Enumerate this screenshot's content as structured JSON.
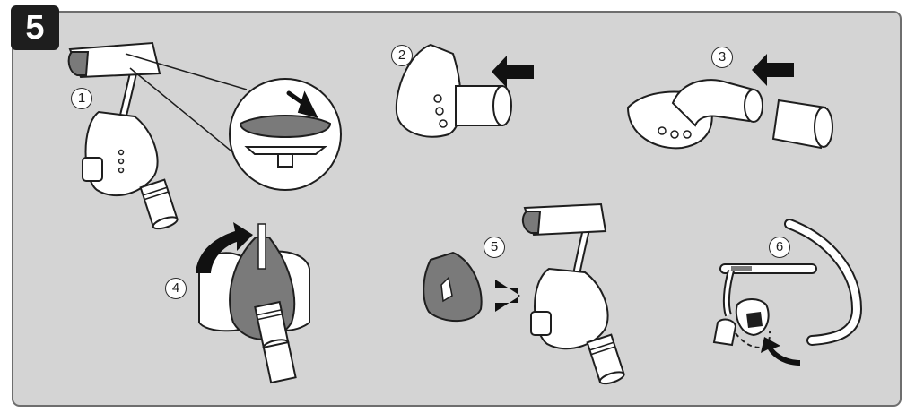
{
  "step": {
    "number": "5"
  },
  "substeps": [
    {
      "label": "1"
    },
    {
      "label": "2"
    },
    {
      "label": "3"
    },
    {
      "label": "4"
    },
    {
      "label": "5"
    },
    {
      "label": "6"
    }
  ],
  "colors": {
    "panel_background": "#d4d4d4",
    "panel_border": "#6e6e6e",
    "badge_background": "#1e1e1e",
    "line_art": "#1e1e1e",
    "part_fill": "#ffffff",
    "cushion_fill": "#7a7a7a",
    "arrow_fill": "#111111"
  }
}
